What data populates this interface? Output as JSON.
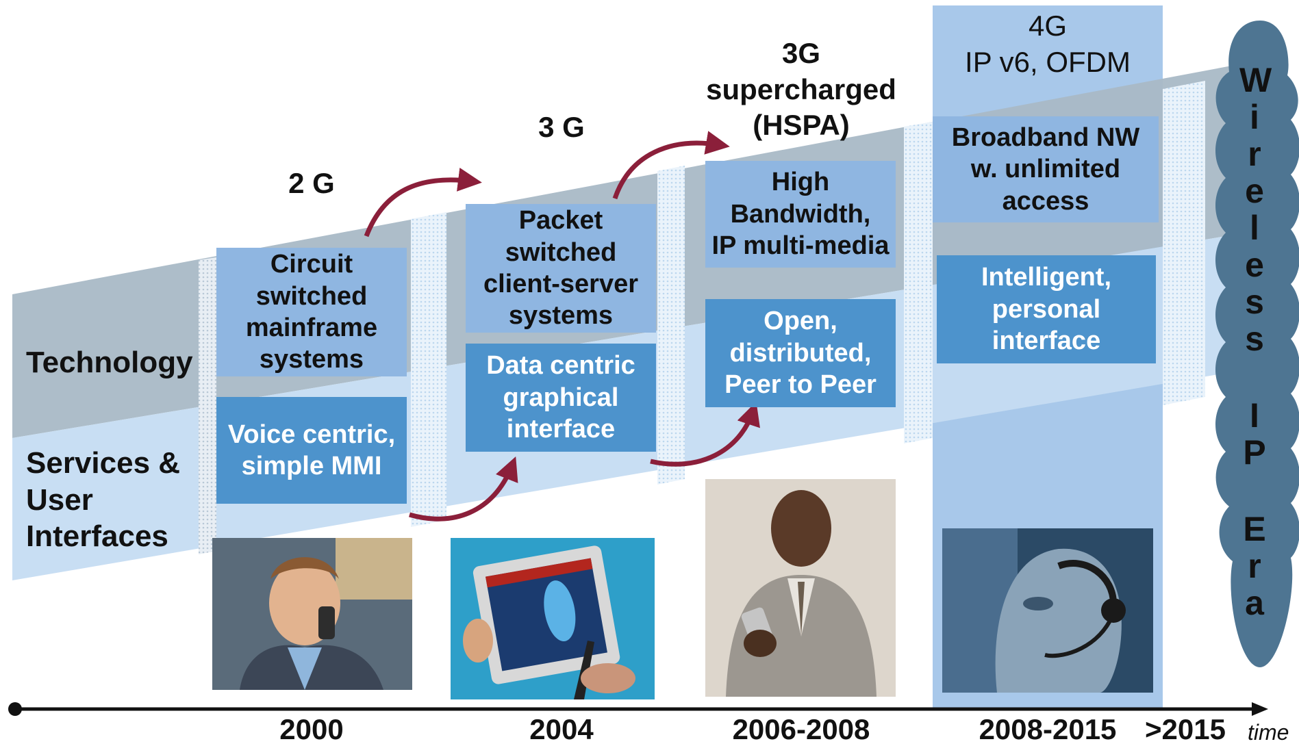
{
  "rows": {
    "technology": "Technology",
    "services": "Services &\nUser\nInterfaces"
  },
  "generations": [
    {
      "gen": "2 G",
      "tech": "Circuit\nswitched\nmainframe\nsystems",
      "service": "Voice centric,\nsimple MMI",
      "year": "2000",
      "photo": "man-phone-photo"
    },
    {
      "gen": "3 G",
      "tech": "Packet\nswitched\nclient-server\nsystems",
      "service": "Data centric\ngraphical\ninterface",
      "year": "2004",
      "photo": "tablet-photo"
    },
    {
      "gen": "3G\nsupercharged\n(HSPA)",
      "tech": "High\nBandwidth,\nIP multi-media",
      "service": "Open,\ndistributed,\nPeer to Peer",
      "year": "2006-2008",
      "photo": "man-pda-photo"
    },
    {
      "gen": "4G\nIP v6, OFDM",
      "tech": "Broadband NW\nw. unlimited\naccess",
      "service": "Intelligent,\npersonal\ninterface",
      "year": "2008-2015",
      "photo": "headset-face-photo"
    }
  ],
  "era": {
    "letters": [
      "W",
      "i",
      "r",
      "e",
      "l",
      "e",
      "s",
      "s",
      "I",
      "P",
      "E",
      "r",
      "a"
    ]
  },
  "timeline": {
    "last_year": ">2015",
    "axis_label": "time"
  },
  "colors": {
    "tech_band": "#a9b9c6",
    "service_band": "#c5dcf2",
    "tech_box": "#8fb6e1",
    "service_box": "#4d93cc",
    "highlight_column": "#a8c8ea",
    "arrow": "#8b1f3a",
    "cloud": "#4e7592"
  }
}
